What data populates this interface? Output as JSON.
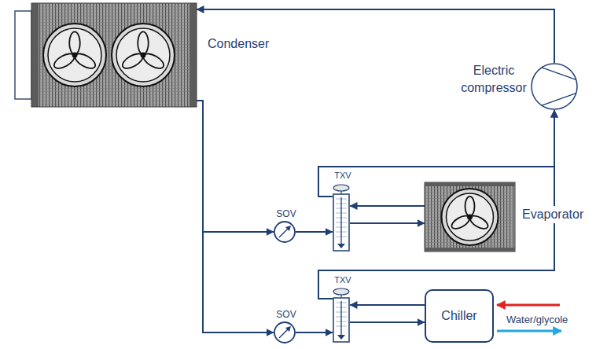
{
  "diagram": {
    "nodes": [
      {
        "text": [
          "Condenser"
        ]
      },
      {
        "text": [
          "Electric compressor"
        ]
      },
      {
        "text": [
          "SOV"
        ]
      },
      {
        "text": [
          "TXV"
        ]
      },
      {
        "text": [
          "Evaporator"
        ]
      },
      {
        "text": [
          "SOV"
        ]
      },
      {
        "text": [
          "TXV"
        ]
      },
      {
        "text": [
          "Chiller"
        ]
      }
    ],
    "edges": [
      {
        "from": 1,
        "to": 0,
        "arrow": "to"
      },
      {
        "from": 0,
        "to": 2,
        "arrow": "to"
      },
      {
        "from": 0,
        "to": 5,
        "arrow": "to"
      },
      {
        "from": 2,
        "to": 3,
        "arrow": "to"
      },
      {
        "from": 3,
        "to": 4,
        "arrow": "to"
      },
      {
        "from": 4,
        "to": 3,
        "arrow": "to"
      },
      {
        "from": 3,
        "to": 1,
        "arrow": "to"
      },
      {
        "from": 5,
        "to": 6,
        "arrow": "to"
      },
      {
        "from": 6,
        "to": 7,
        "arrow": "to"
      },
      {
        "from": 7,
        "to": 6,
        "arrow": "to"
      },
      {
        "from": 6,
        "to": 1,
        "arrow": "to"
      }
    ],
    "labels": [
      "Water/glycole"
    ]
  }
}
